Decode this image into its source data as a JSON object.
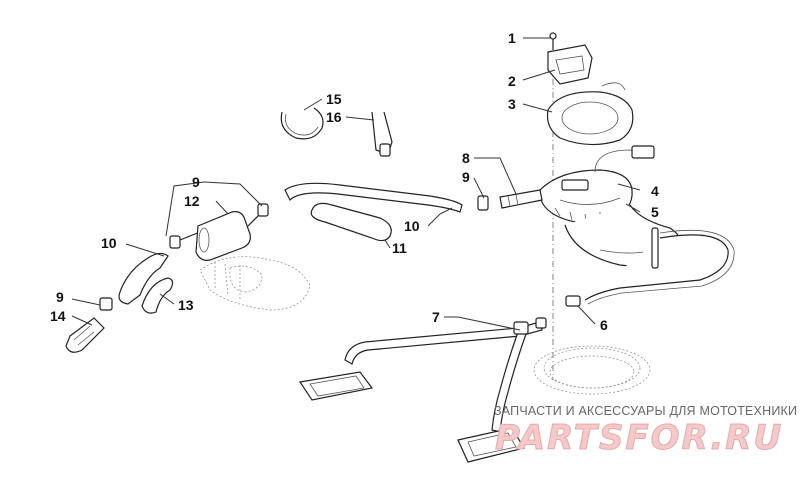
{
  "diagram": {
    "callouts": [
      {
        "id": "c1",
        "label": "1"
      },
      {
        "id": "c2",
        "label": "2"
      },
      {
        "id": "c3",
        "label": "3"
      },
      {
        "id": "c4",
        "label": "4"
      },
      {
        "id": "c5",
        "label": "5"
      },
      {
        "id": "c6",
        "label": "6"
      },
      {
        "id": "c7",
        "label": "7"
      },
      {
        "id": "c8",
        "label": "8"
      },
      {
        "id": "c9a",
        "label": "9"
      },
      {
        "id": "c9b",
        "label": "9"
      },
      {
        "id": "c9c",
        "label": "9"
      },
      {
        "id": "c10a",
        "label": "10"
      },
      {
        "id": "c10b",
        "label": "10"
      },
      {
        "id": "c11",
        "label": "11"
      },
      {
        "id": "c12",
        "label": "12"
      },
      {
        "id": "c13",
        "label": "13"
      },
      {
        "id": "c14",
        "label": "14"
      },
      {
        "id": "c15",
        "label": "15"
      },
      {
        "id": "c16",
        "label": "16"
      }
    ]
  },
  "watermark": {
    "tagline": "ЗАПЧАСТИ И АКСЕССУАРЫ ДЛЯ МОТОТЕХНИКИ",
    "logo": "PARTSFOR.RU",
    "logo_color": "#f3c9c9"
  }
}
